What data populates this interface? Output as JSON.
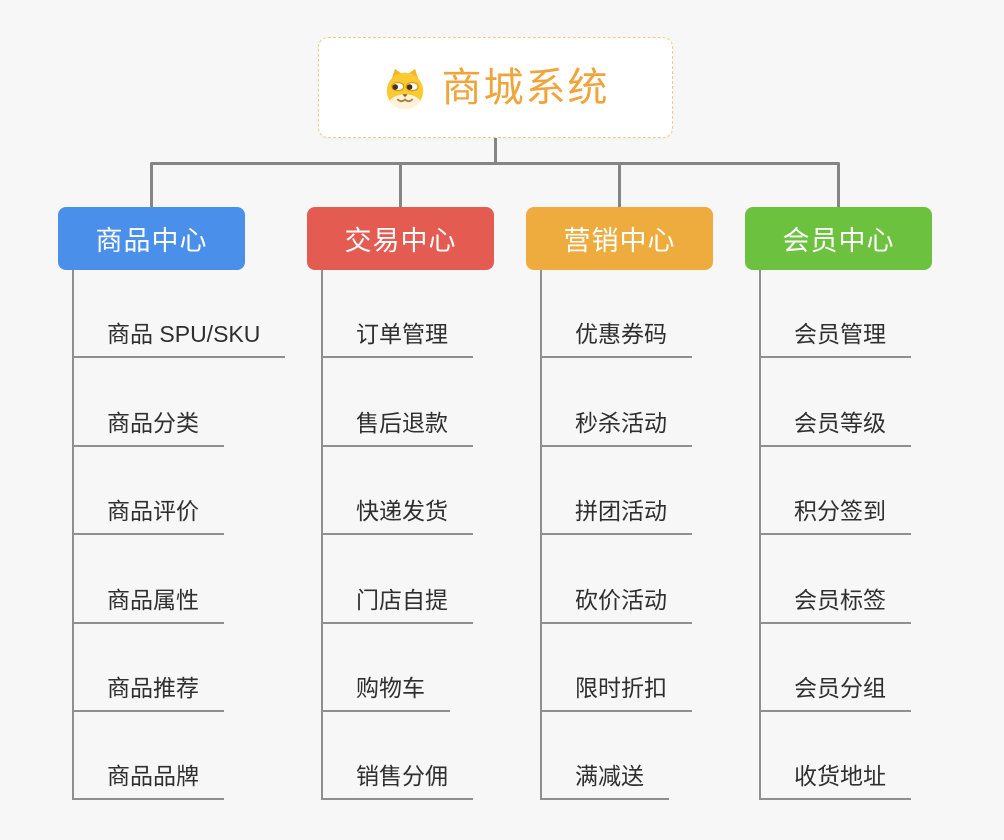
{
  "canvas": {
    "background": "#f7f7f7",
    "connector_color": "#858585",
    "underline_color": "#8f8f8f"
  },
  "root": {
    "label": "商城系统",
    "icon": "dog-face-icon",
    "label_color": "#f0a43c",
    "border_color": "#f3c98e",
    "background": "#ffffff"
  },
  "branches": [
    {
      "label": "商品中心",
      "color": "#4a8fe9",
      "children": [
        "商品 SPU/SKU",
        "商品分类",
        "商品评价",
        "商品属性",
        "商品推荐",
        "商品品牌"
      ]
    },
    {
      "label": "交易中心",
      "color": "#e45b52",
      "children": [
        "订单管理",
        "售后退款",
        "快递发货",
        "门店自提",
        "购物车",
        "销售分佣"
      ]
    },
    {
      "label": "营销中心",
      "color": "#eeac3e",
      "children": [
        "优惠券码",
        "秒杀活动",
        "拼团活动",
        "砍价活动",
        "限时折扣",
        "满减送"
      ]
    },
    {
      "label": "会员中心",
      "color": "#6cc13e",
      "children": [
        "会员管理",
        "会员等级",
        "积分签到",
        "会员标签",
        "会员分组",
        "收货地址"
      ]
    }
  ]
}
